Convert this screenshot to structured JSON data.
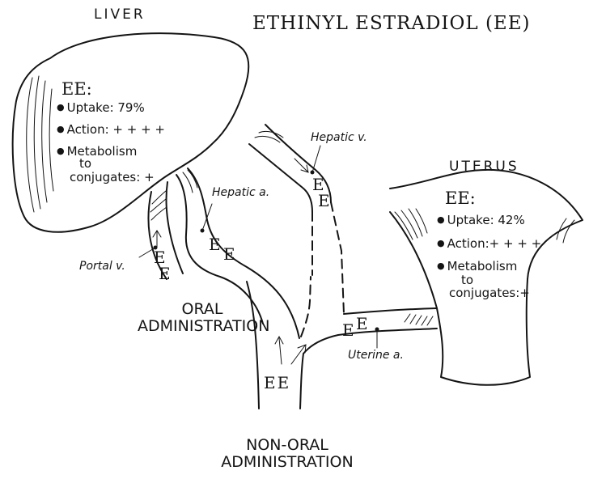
{
  "title": "ETHINYL ESTRADIOL (EE)",
  "liver": {
    "label": "LIVER",
    "ee_heading": "EE:",
    "items": [
      "Uptake:  79%",
      "Action: + + + +",
      "Metabolism",
      "to",
      "conjugates: +"
    ]
  },
  "uterus": {
    "label": "UTERUS",
    "ee_heading": "EE:",
    "items": [
      "Uptake: 42%",
      "Action:+ + + +",
      "Metabolism",
      "to",
      "conjugates:+"
    ]
  },
  "vessels": {
    "hepatic_v": "Hepatic v.",
    "hepatic_a": "Hepatic a.",
    "portal_v": "Portal v.",
    "uterine_a": "Uterine a."
  },
  "routes": {
    "oral": [
      "ORAL",
      "ADMINISTRATION"
    ],
    "non_oral": [
      "NON-ORAL",
      "ADMINISTRATION"
    ]
  },
  "molecules": {
    "letter": "E",
    "pair": "EE"
  }
}
